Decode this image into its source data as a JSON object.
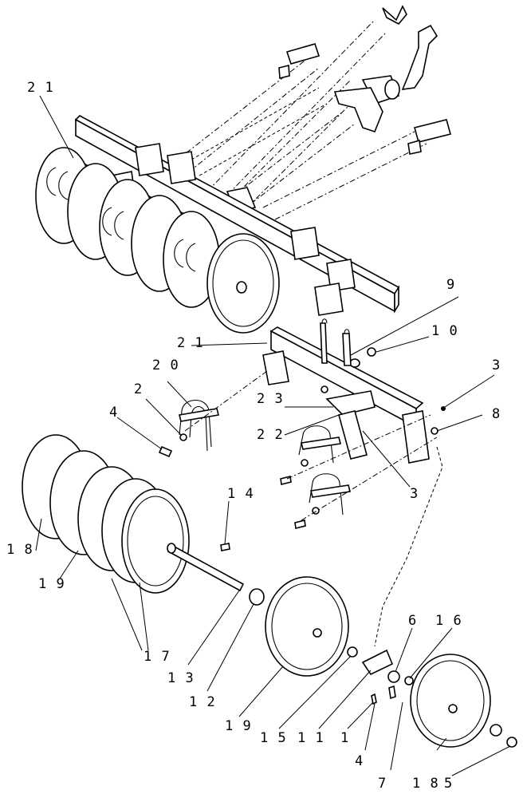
{
  "diagram": {
    "callouts": {
      "c21a": "2 1",
      "c9": "9",
      "c10": "1 0",
      "c21b": "2 1",
      "c20": "2 0",
      "c2": "2",
      "c4a": "4",
      "c3a": "3",
      "c23": "2 3",
      "c8": "8",
      "c22": "2 2",
      "c3b": "3",
      "c14": "1 4",
      "c18a": "1 8",
      "c19a": "1 9",
      "c17": "1 7",
      "c13": "1 3",
      "c12": "1 2",
      "c19b": "1 9",
      "c15": "1 5",
      "c11": "1 1",
      "c1": "1",
      "c6": "6",
      "c16": "1 6",
      "c4b": "4",
      "c7": "7",
      "c18b": "1 8",
      "c5": "5"
    }
  }
}
